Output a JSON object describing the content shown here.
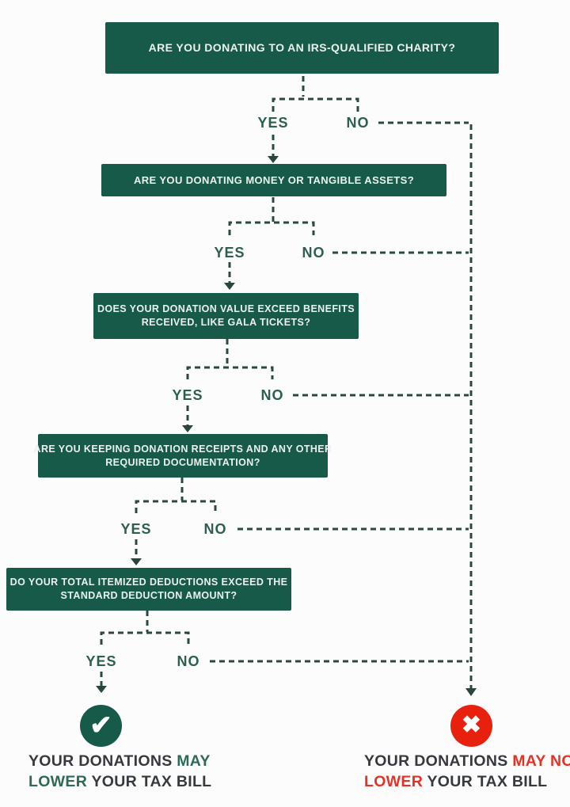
{
  "colors": {
    "box_green": "#185a4a",
    "label_green": "#2d5f50",
    "highlight_green": "#2e6a56",
    "alert_red": "#e7210e",
    "text_dark": "#36393d",
    "connector": "#2b4a3f"
  },
  "icons": {
    "check": "✔",
    "cross": "✖"
  },
  "flow": {
    "yes_label": "YES",
    "no_label": "NO",
    "questions": [
      {
        "lines": [
          "ARE YOU DONATING TO AN IRS-QUALIFIED CHARITY?"
        ]
      },
      {
        "lines": [
          "ARE YOU DONATING MONEY OR TANGIBLE ASSETS?"
        ]
      },
      {
        "lines": [
          "DOES YOUR DONATION VALUE EXCEED BENEFITS",
          "RECEIVED, LIKE GALA TICKETS?"
        ]
      },
      {
        "lines": [
          "ARE YOU KEEPING DONATION RECEIPTS AND ANY OTHER",
          "REQUIRED DOCUMENTATION?"
        ]
      },
      {
        "lines": [
          "DO YOUR TOTAL ITEMIZED DEDUCTIONS EXCEED THE",
          "STANDARD DEDUCTION AMOUNT?"
        ]
      }
    ],
    "outcomes": {
      "positive": {
        "icon": "check-circle",
        "line1_text": "YOUR DONATIONS ",
        "line1_highlight": "MAY",
        "line2_highlight": "LOWER",
        "line2_text": " YOUR TAX BILL"
      },
      "negative": {
        "icon": "x-circle",
        "line1_text": "YOUR DONATIONS ",
        "line1_highlight": "MAY NOT",
        "line2_highlight": "LOWER",
        "line2_text": " YOUR TAX BILL"
      }
    }
  }
}
